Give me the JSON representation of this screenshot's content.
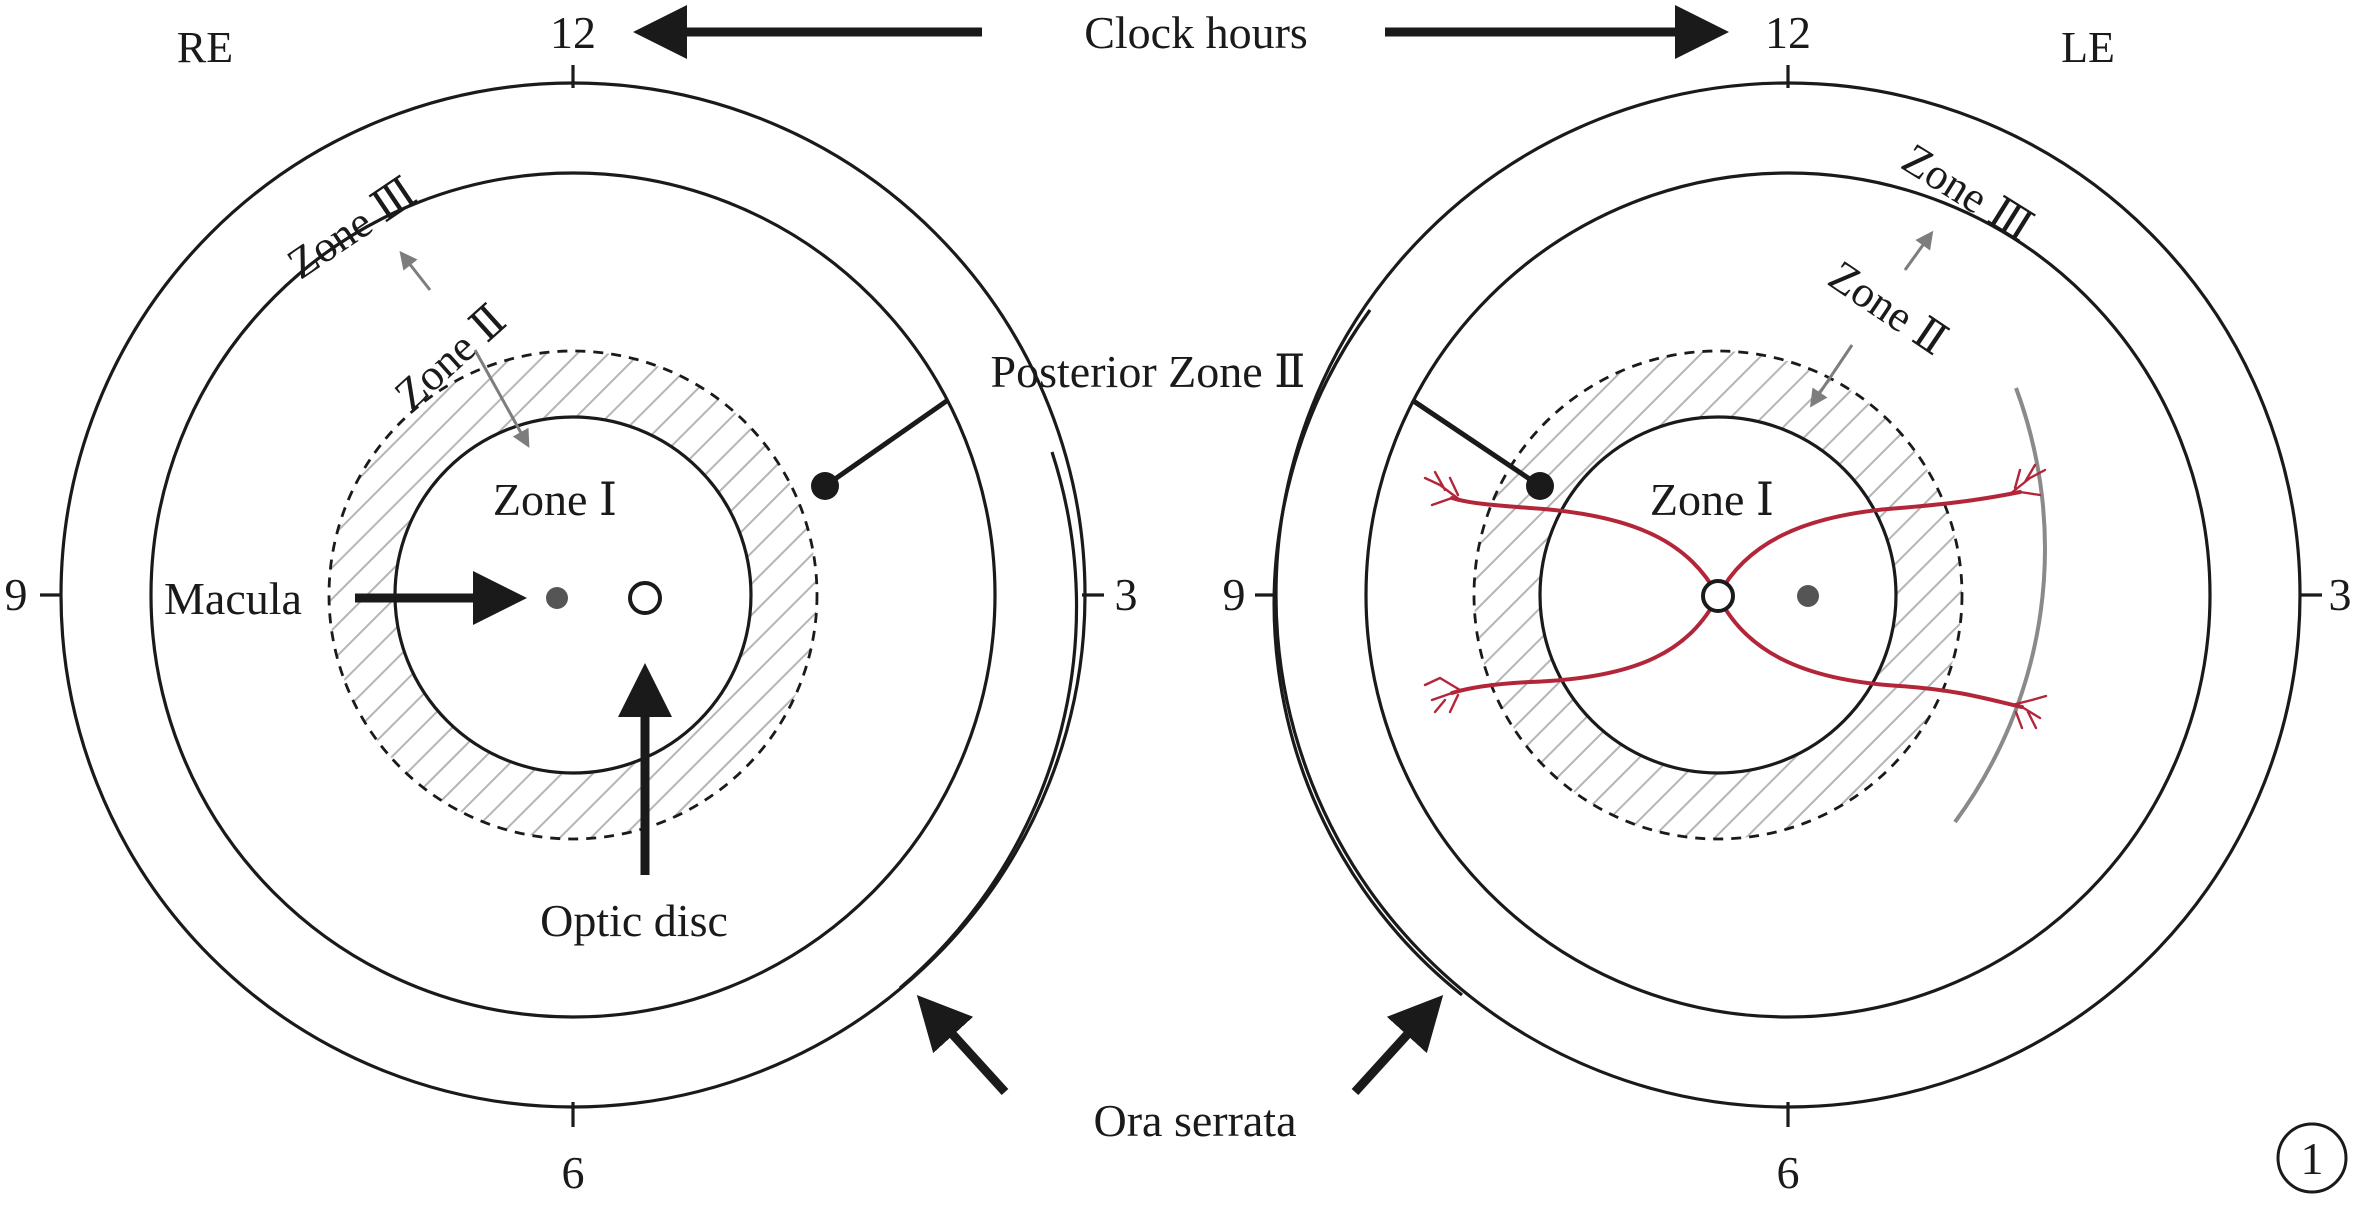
{
  "labels": {
    "clock_hours": "Clock hours",
    "posterior_zone_ii": "Posterior Zone Ⅱ",
    "macula": "Macula",
    "optic_disc": "Optic disc",
    "ora_serrata": "Ora serrata",
    "panel_number": "1"
  },
  "right_eye": {
    "eye_label": "RE",
    "hour_12": "12",
    "hour_3": "3",
    "hour_6": "6",
    "hour_9": "9",
    "zone_i": "Zone Ⅰ",
    "zone_ii": "Zone Ⅱ",
    "zone_iii": "Zone Ⅲ"
  },
  "left_eye": {
    "eye_label": "LE",
    "hour_12": "12",
    "hour_3": "3",
    "hour_6": "6",
    "hour_9": "9",
    "zone_i": "Zone Ⅰ",
    "zone_ii": "Zone Ⅱ",
    "zone_iii": "Zone Ⅲ"
  },
  "colors": {
    "line": "#1a1a1a",
    "vessel": "#b3263a",
    "hatch": "#b5b5b5",
    "zone_arrow": "#7d7d7d"
  }
}
